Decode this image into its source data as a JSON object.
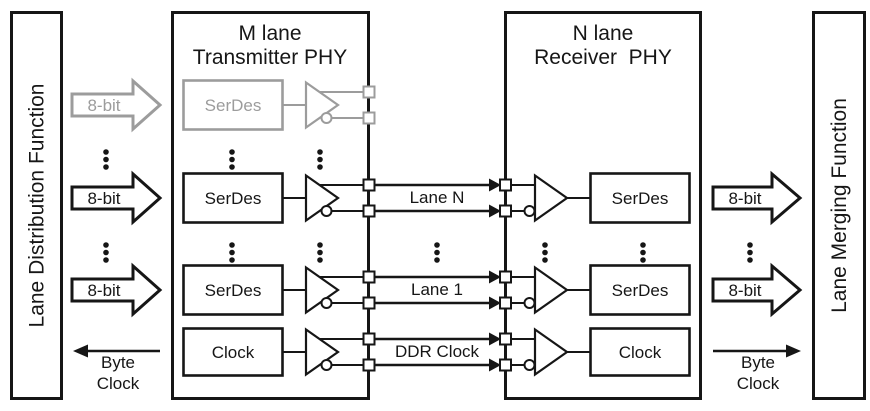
{
  "colors": {
    "ink": "#161616",
    "muted": "#9c9c9c",
    "background": "#ffffff"
  },
  "left_panel": {
    "label": "Lane Distribution Function"
  },
  "right_panel": {
    "label": "Lane Merging Function"
  },
  "tx_phy": {
    "title_line1": "M lane",
    "title_line2": "Transmitter PHY",
    "ghost_serdes_label": "SerDes",
    "serdes_top_label": "SerDes",
    "serdes_bottom_label": "SerDes",
    "clock_label": "Clock"
  },
  "rx_phy": {
    "title_line1": "N lane",
    "title_line2": "Receiver  PHY",
    "serdes_top_label": "SerDes",
    "serdes_bottom_label": "SerDes",
    "clock_label": "Clock"
  },
  "input_buses": {
    "ghost_label": "8-bit",
    "top_label": "8-bit",
    "bottom_label": "8-bit"
  },
  "output_buses": {
    "top_label": "8-bit",
    "bottom_label": "8-bit"
  },
  "lanes": {
    "top_label": "Lane N",
    "bottom_label": "Lane 1",
    "clock_label": "DDR Clock"
  },
  "byte_clock_left": {
    "line1": "Byte",
    "line2": "Clock"
  },
  "byte_clock_right": {
    "line1": "Byte",
    "line2": "Clock"
  }
}
